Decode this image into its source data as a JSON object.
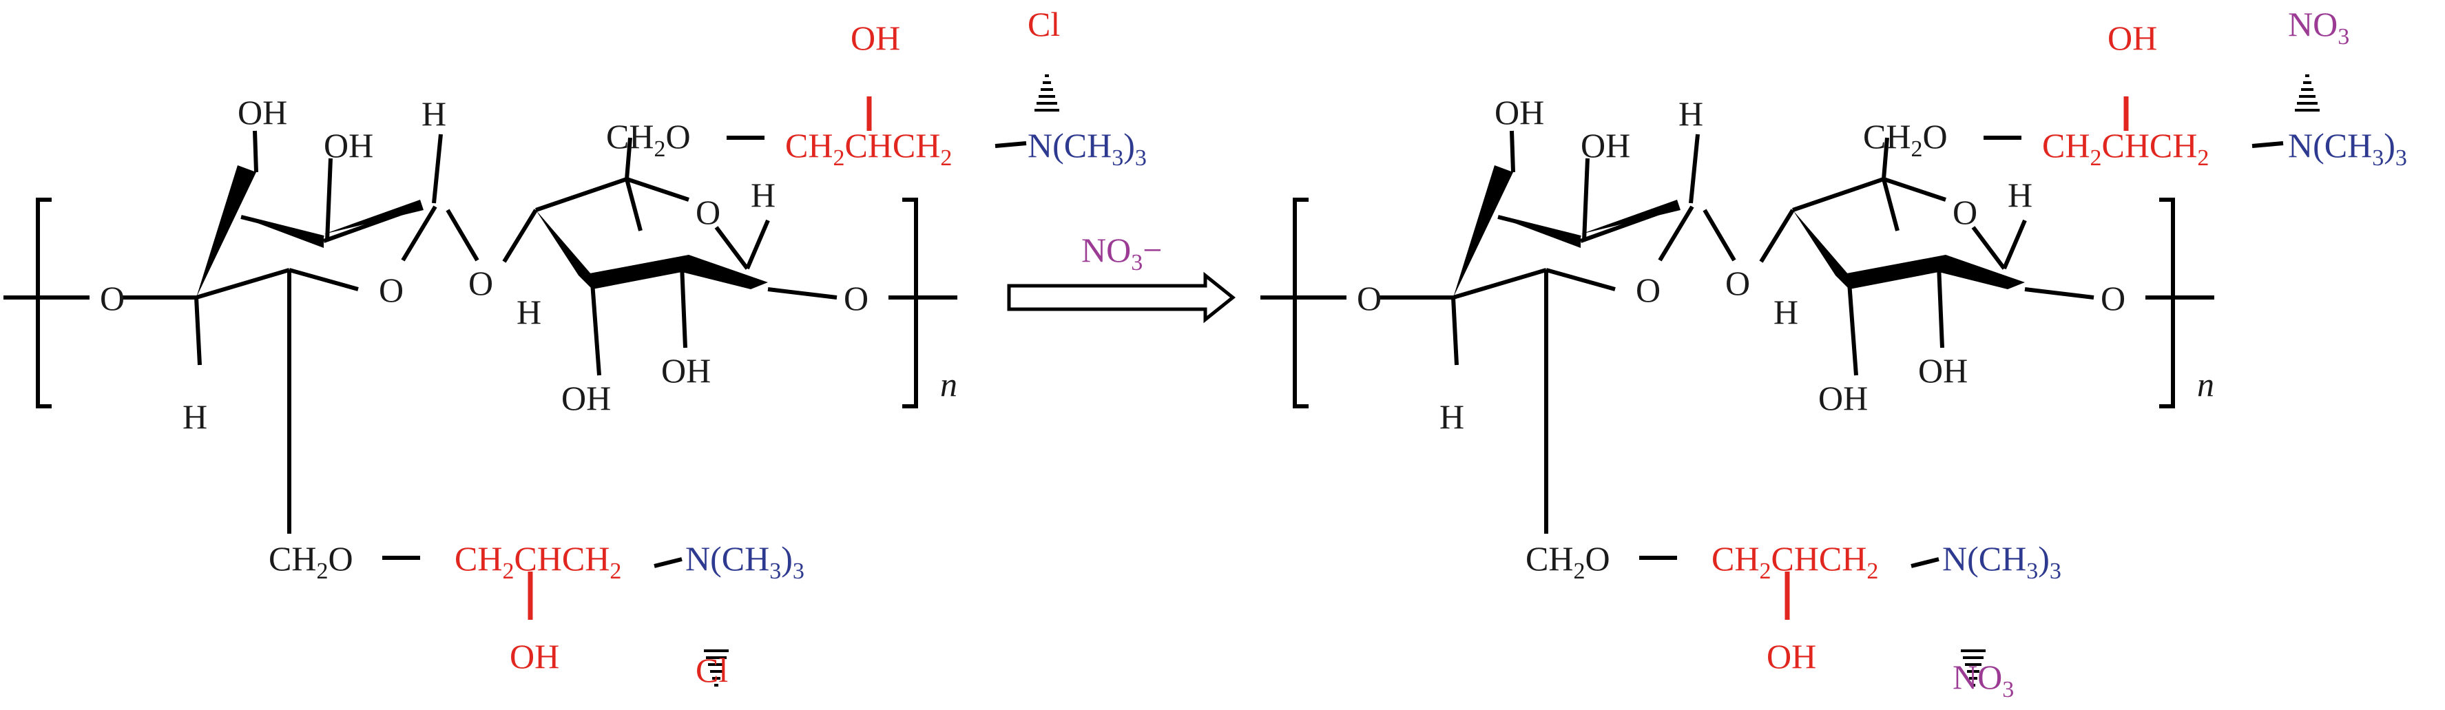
{
  "reactant": {
    "ring_oh": "OH",
    "ring_h": "H",
    "ring_o": "O",
    "ch2o": "CH2O",
    "ch2chch2": "CH2CHCH2",
    "side_oh": "OH",
    "amine": "N(CH3)3",
    "counterion": "Cl",
    "repeat": "n"
  },
  "reagent": "NO3−",
  "product": {
    "ring_oh": "OH",
    "ring_h": "H",
    "ring_o": "O",
    "ch2o": "CH2O",
    "ch2chch2": "CH2CHCH2",
    "side_oh": "OH",
    "amine": "N(CH3)3",
    "counterion": "NO3",
    "repeat": "n"
  },
  "colors": {
    "backbone": "#1a1a1a",
    "hydroxypropyl": "#e0261f",
    "ammonium": "#2e3a8f",
    "anion_nitrate": "#9b3b94",
    "anion_chloride": "#e0261f"
  }
}
